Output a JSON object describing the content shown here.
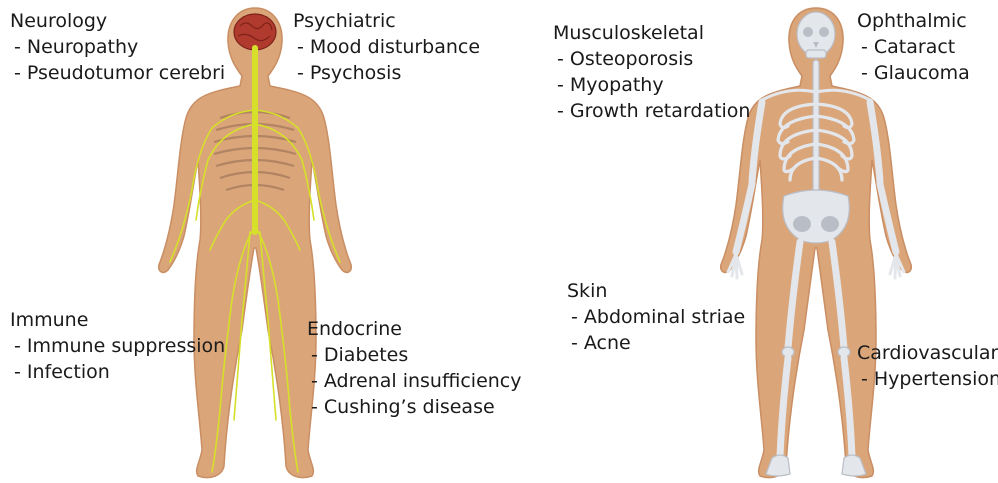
{
  "groups": {
    "neurology": {
      "heading": "Neurology",
      "items": [
        "- Neuropathy",
        "- Pseudotumor cerebri"
      ]
    },
    "psychiatric": {
      "heading": "Psychiatric",
      "items": [
        "- Mood disturbance",
        "- Psychosis"
      ]
    },
    "immune": {
      "heading": "Immune",
      "items": [
        "- Immune suppression",
        "- Infection"
      ]
    },
    "endocrine": {
      "heading": "Endocrine",
      "items": [
        "- Diabetes",
        "- Adrenal insufficiency",
        "- Cushing’s disease"
      ]
    },
    "musculoskeletal": {
      "heading": "Musculoskeletal",
      "items": [
        "- Osteoporosis",
        "- Myopathy",
        "- Growth retardation"
      ]
    },
    "ophthalmic": {
      "heading": "Ophthalmic",
      "items": [
        "- Cataract",
        "- Glaucoma"
      ]
    },
    "skin": {
      "heading": "Skin",
      "items": [
        "- Abdominal striae",
        "- Acne"
      ]
    },
    "cardiovascular": {
      "heading": "Cardiovascular",
      "items": [
        "- Hypertension"
      ]
    }
  },
  "colors": {
    "skin": "#dba57a",
    "skin_dark": "#c98e63",
    "brain": "#b03a2e",
    "nerve": "#d6e02a",
    "bone": "#e3e6ea",
    "bone_shade": "#b9bec6",
    "ribs_dark": "#8e6a4f"
  }
}
